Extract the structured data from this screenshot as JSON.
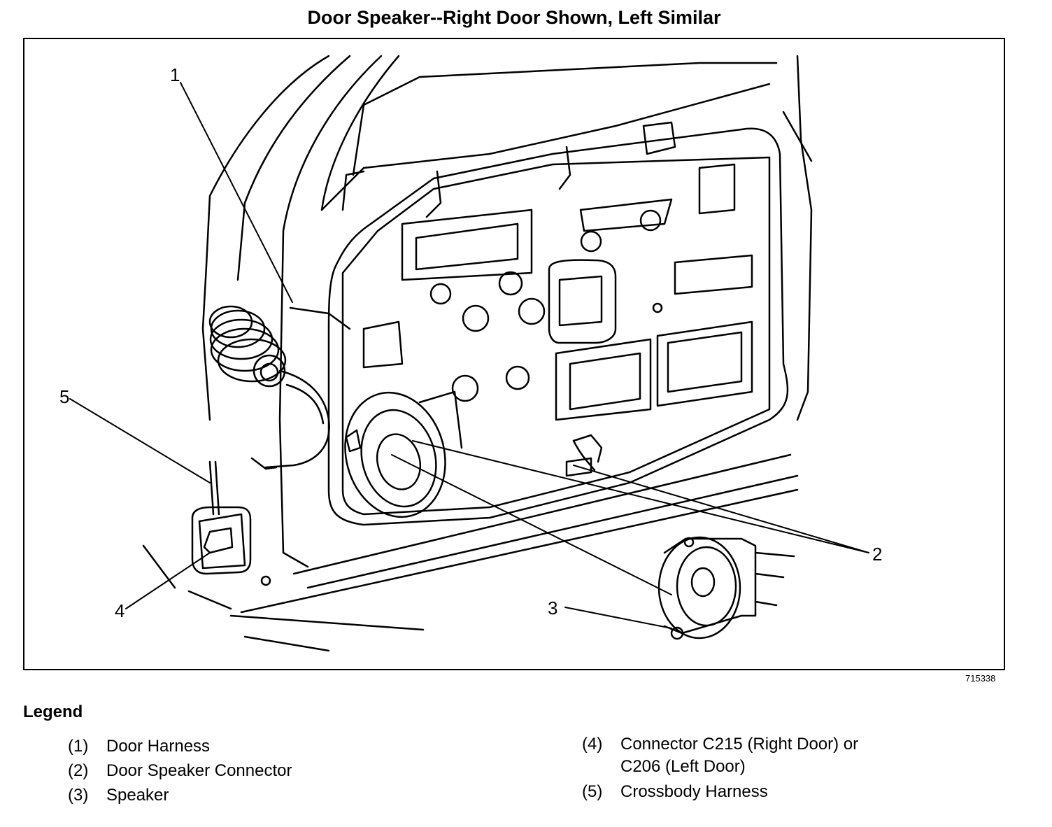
{
  "title": "Door Speaker--Right Door Shown, Left Similar",
  "figure_id": "715338",
  "callouts": [
    "1",
    "2",
    "3",
    "4",
    "5"
  ],
  "legend": {
    "heading": "Legend",
    "items": [
      {
        "num": "(1)",
        "label": "Door Harness"
      },
      {
        "num": "(2)",
        "label": "Door Speaker Connector"
      },
      {
        "num": "(3)",
        "label": "Speaker"
      },
      {
        "num": "(4)",
        "label": "Connector C215 (Right Door) or",
        "label2": "C206 (Left Door)"
      },
      {
        "num": "(5)",
        "label": "Crossbody Harness"
      }
    ]
  }
}
